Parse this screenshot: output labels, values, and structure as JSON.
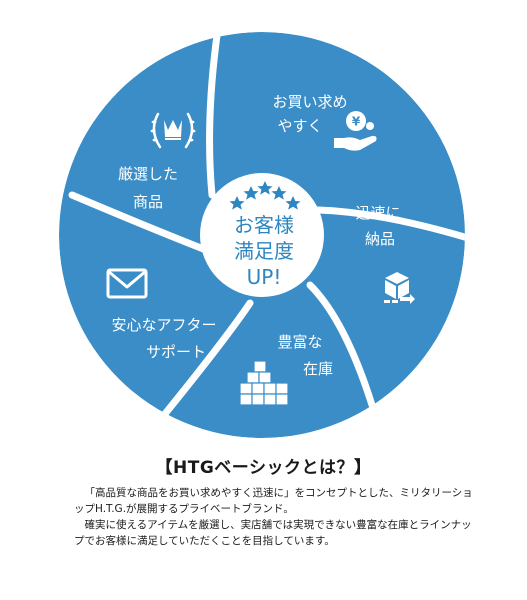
{
  "diagram": {
    "colors": {
      "segment": "#3a8dc7",
      "divider": "#ffffff",
      "center_text": "#2e86c1"
    },
    "segments": [
      {
        "lines": [
          "お買い求め",
          "やすく"
        ],
        "icon": "money-hand-icon"
      },
      {
        "lines": [
          "迅速に",
          "納品"
        ],
        "icon": "delivery-box-icon"
      },
      {
        "lines": [
          "豊富な",
          "在庫"
        ],
        "icon": "stacked-boxes-icon"
      },
      {
        "lines": [
          "安心なアフター",
          "サポート"
        ],
        "icon": "envelope-icon"
      },
      {
        "lines": [
          "厳選した",
          "商品"
        ],
        "icon": "crown-laurel-icon"
      }
    ],
    "center": {
      "lines": [
        "お客様",
        "満足度",
        "UP!"
      ],
      "icon": "stars-icon"
    }
  },
  "section": {
    "heading": "【HTGベーシックとは？】",
    "paragraph1": "「高品質な商品をお買い求めやすく迅速に」をコンセプトとした、ミリタリーショップH.T.G.が展開するプライベートブランド。",
    "paragraph2": "確実に使えるアイテムを厳選し、実店舗では実現できない豊富な在庫とラインナップでお客様に満足していただくことを目指しています。"
  }
}
